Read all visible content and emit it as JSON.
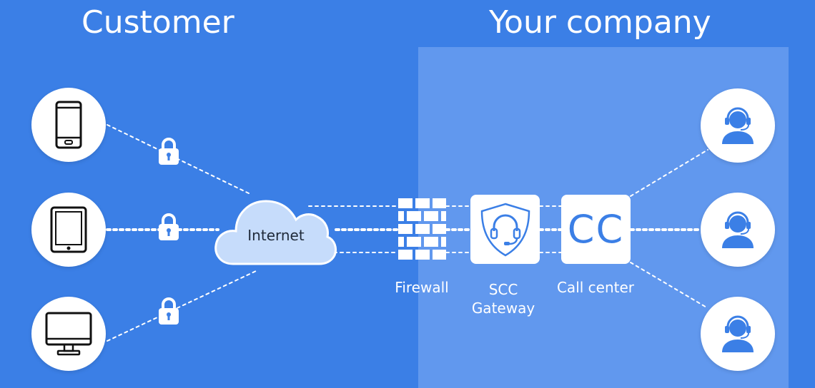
{
  "headings": {
    "customer": "Customer",
    "company": "Your company"
  },
  "cloud": {
    "label": "Internet"
  },
  "components": {
    "firewall": "Firewall",
    "gateway_line1": "SCC",
    "gateway_line2": "Gateway",
    "call_center": "Call center",
    "call_center_logo": "CC"
  },
  "devices": [
    "phone-icon",
    "tablet-icon",
    "desktop-icon"
  ],
  "agents": [
    "headset-agent-icon",
    "headset-agent-icon",
    "headset-agent-icon"
  ],
  "colors": {
    "background": "#3b7fe6",
    "company_panel": "#6198ee",
    "cloud_fill": "#c6dcfb",
    "icon_blue": "#3b7fe6",
    "line": "#ffffff"
  }
}
